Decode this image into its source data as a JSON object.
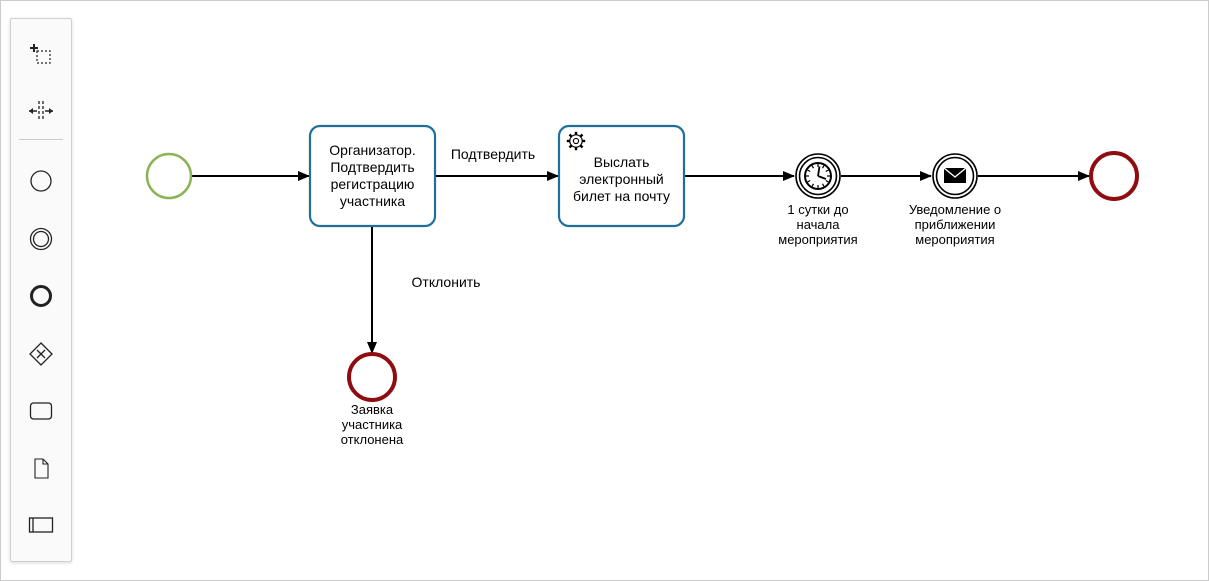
{
  "palette": {
    "tools": [
      {
        "name": "lasso-tool",
        "icon": "lasso-icon"
      },
      {
        "name": "space-tool",
        "icon": "space-tool-icon"
      },
      {
        "name": "start-event-tool",
        "icon": "start-event-icon"
      },
      {
        "name": "intermediate-event-tool",
        "icon": "intermediate-event-icon"
      },
      {
        "name": "end-event-tool",
        "icon": "end-event-icon"
      },
      {
        "name": "gateway-tool",
        "icon": "gateway-icon"
      },
      {
        "name": "task-tool",
        "icon": "task-icon"
      },
      {
        "name": "data-object-tool",
        "icon": "data-object-icon"
      },
      {
        "name": "pool-tool",
        "icon": "pool-icon"
      }
    ]
  },
  "diagram": {
    "task_confirm": {
      "label": "Организатор.\nПодтвердить\nрегистрацию\nучастника"
    },
    "task_send": {
      "label": "Выслать\nэлектронный\nбилет на почту",
      "icon": "gear-icon"
    },
    "timer_event": {
      "label": "1 сутки до\nначала\nмероприятия",
      "icon": "clock-icon"
    },
    "message_event": {
      "label": "Уведомление о\nприближении\nмероприятия",
      "icon": "envelope-icon"
    },
    "end_rejected": {
      "label": "Заявка\nучастника\nотклонена"
    },
    "flow_confirm": {
      "label": "Подтвердить"
    },
    "flow_reject": {
      "label": "Отклонить"
    }
  },
  "colors": {
    "start_event": "#8ab556",
    "end_event": "#8f0c10",
    "task_border": "#1f6f9a",
    "flow": "#000000"
  }
}
